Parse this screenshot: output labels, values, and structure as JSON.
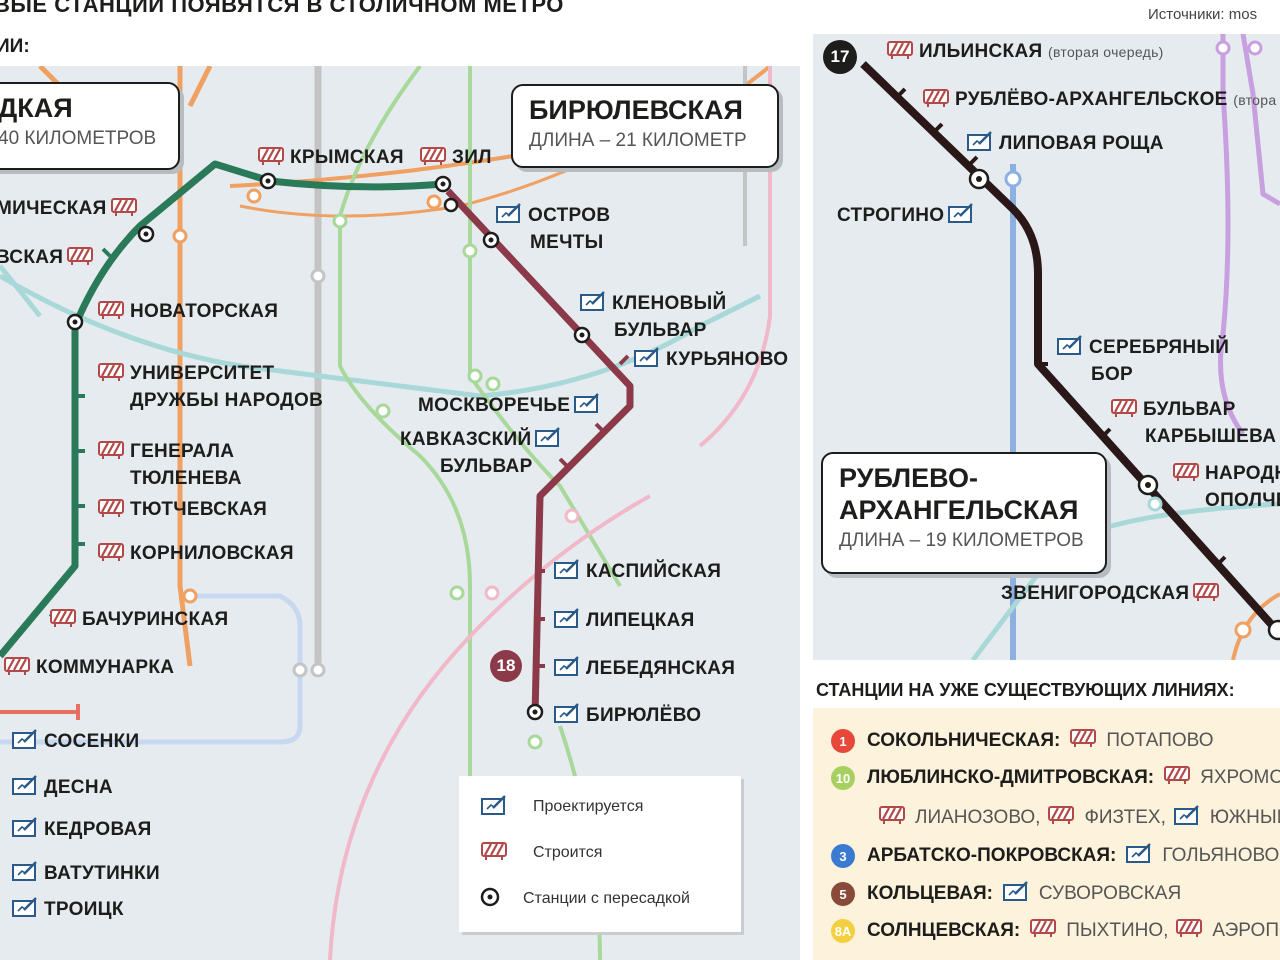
{
  "header": {
    "title": "ВЫЕ СТАНЦИИ ПОЯВЯТСЯ В СТОЛИЧНОМ МЕТРО",
    "subtitle": "ИИ:",
    "source": "Источники: mos"
  },
  "colors": {
    "troitskaya": "#2a7a5a",
    "biryulevskaya": "#8c3a4a",
    "rublevo": "#2a1818",
    "orange": "#f0a060",
    "light_green": "#a8d89a",
    "teal": "#a8d8d8",
    "grey": "#c4c4c4",
    "blue": "#8cb0e0",
    "purple": "#c8a0e0",
    "pink": "#f0b8c8",
    "panel_bg": "#e6ebef",
    "construction_icon": "#b24848",
    "project_icon": "#2a5a8a"
  },
  "cards": {
    "troitskaya": {
      "name": "ДКАЯ",
      "length": "40 КИЛОМЕТРОВ"
    },
    "biryulevskaya": {
      "name": "БИРЮЛЕВСКАЯ",
      "length": "ДЛИНА – 21 КИЛОМЕТР"
    },
    "rublevo": {
      "name_line1": "РУБЛЕВО-",
      "name_line2": "АРХАНГЕЛЬСКАЯ",
      "length": "ДЛИНА – 19 КИЛОМЕТРОВ"
    }
  },
  "line_numbers": {
    "biryulevskaya": "18",
    "rublevo": "17"
  },
  "troitskaya_stations": [
    {
      "name": "КРЫМСКАЯ",
      "status": "construction"
    },
    {
      "name": "ЗИЛ",
      "status": "construction"
    },
    {
      "name": "МИЧЕСКАЯ",
      "status": "construction"
    },
    {
      "name": "ВСКАЯ",
      "status": "construction"
    },
    {
      "name": "НОВАТОРСКАЯ",
      "status": "construction"
    },
    {
      "name": "УНИВЕРСИТЕТ",
      "name2": "ДРУЖБЫ НАРОДОВ",
      "status": "construction"
    },
    {
      "name": "ГЕНЕРАЛА",
      "name2": "ТЮЛЕНЕВА",
      "status": "construction"
    },
    {
      "name": "ТЮТЧЕВСКАЯ",
      "status": "construction"
    },
    {
      "name": "КОРНИЛОВСКАЯ",
      "status": "construction"
    },
    {
      "name": "БАЧУРИНСКАЯ",
      "status": "construction"
    },
    {
      "name": "КОММУНАРКА",
      "status": "construction"
    },
    {
      "name": "СОСЕНКИ",
      "status": "project"
    },
    {
      "name": "ДЕСНА",
      "status": "project"
    },
    {
      "name": "КЕДРОВАЯ",
      "status": "project"
    },
    {
      "name": "ВАТУТИНКИ",
      "status": "project"
    },
    {
      "name": "ТРОИЦК",
      "status": "project"
    }
  ],
  "biryulevskaya_stations": [
    {
      "name": "ОСТРОВ",
      "name2": "МЕЧТЫ",
      "status": "project"
    },
    {
      "name": "КЛЕНОВЫЙ",
      "name2": "БУЛЬВАР",
      "status": "project"
    },
    {
      "name": "КУРЬЯНОВО",
      "status": "project"
    },
    {
      "name": "МОСКВОРЕЧЬЕ",
      "status": "project"
    },
    {
      "name": "КАВКАЗСКИЙ",
      "name2": "БУЛЬВАР",
      "status": "project"
    },
    {
      "name": "КАСПИЙСКАЯ",
      "status": "project"
    },
    {
      "name": "ЛИПЕЦКАЯ",
      "status": "project"
    },
    {
      "name": "ЛЕБЕДЯНСКАЯ",
      "status": "project"
    },
    {
      "name": "БИРЮЛЁВО",
      "status": "project"
    }
  ],
  "rublevo_stations": [
    {
      "name": "ИЛЬИНСКАЯ",
      "note": "(вторая очередь)",
      "status": "construction"
    },
    {
      "name": "РУБЛЁВО-АРХАНГЕЛЬСКОЕ",
      "note": "(втора",
      "status": "construction"
    },
    {
      "name": "ЛИПОВАЯ РОЩА",
      "status": "project"
    },
    {
      "name": "СТРОГИНО",
      "status": "project"
    },
    {
      "name": "СЕРЕБРЯНЫЙ",
      "name2": "БОР",
      "status": "project"
    },
    {
      "name": "БУЛЬВАР",
      "name2": "КАРБЫШЕВА",
      "status": "construction"
    },
    {
      "name": "НАРОДН",
      "name2": "ОПОЛЧЕ",
      "status": "construction"
    },
    {
      "name": "ЗВЕНИГОРОДСКАЯ",
      "status": "construction"
    }
  ],
  "legend": {
    "project": "Проектируется",
    "construction": "Строится",
    "transfer": "Станции с пересадкой"
  },
  "existing_lines": {
    "heading": "СТАНЦИИ НА УЖЕ СУЩЕСТВУЮЩИХ ЛИНИЯХ:",
    "rows": [
      {
        "num": "1",
        "color": "#e8483a",
        "line": "СОКОЛЬНИЧЕСКАЯ:",
        "stations": [
          {
            "name": "ПОТАПОВО",
            "status": "construction"
          }
        ]
      },
      {
        "num": "10",
        "color": "#a8d060",
        "line": "ЛЮБЛИНСКО-ДМИТРОВСКАЯ:",
        "stations": [
          {
            "name": "ЯХРОМСК",
            "status": "construction"
          }
        ]
      },
      {
        "num": "",
        "color": "",
        "line": "",
        "stations": [
          {
            "name": "ЛИАНОЗОВО,",
            "status": "construction"
          },
          {
            "name": "ФИЗТЕХ,",
            "status": "construction"
          },
          {
            "name": "ЮЖНЫЙ",
            "status": "project"
          }
        ]
      },
      {
        "num": "3",
        "color": "#3a7ad0",
        "line": "АРБАТСКО-ПОКРОВСКАЯ:",
        "stations": [
          {
            "name": "ГОЛЬЯНОВО",
            "status": "project"
          }
        ]
      },
      {
        "num": "5",
        "color": "#8a4a3a",
        "line": "КОЛЬЦЕВАЯ:",
        "stations": [
          {
            "name": "СУВОРОВСКАЯ",
            "status": "project"
          }
        ]
      },
      {
        "num": "8А",
        "color": "#f4d040",
        "line": "СОЛНЦЕВСКАЯ:",
        "stations": [
          {
            "name": "ПЫХТИНО,",
            "status": "construction"
          },
          {
            "name": "АЭРОПО",
            "status": "construction"
          }
        ]
      }
    ]
  }
}
